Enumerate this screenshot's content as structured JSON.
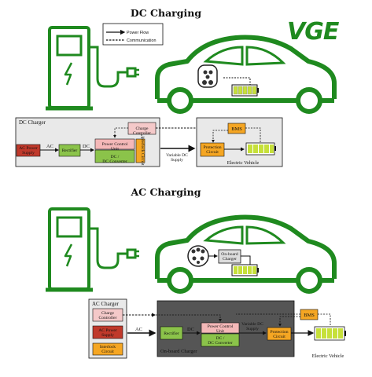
{
  "colors": {
    "green": "#1f8a1f",
    "ac_supply": "#c0392b",
    "rectifier": "#8bc34a",
    "power_control": "#f4b8b8",
    "dc_converter": "#8bc34a",
    "interlock": "#f5a623",
    "charge_controller": "#f4c9c9",
    "bms": "#f5a623",
    "protection": "#f5a623",
    "battery": "#c6e03a",
    "panel_bg": "#e9e9e9",
    "onboard_bg": "#555555"
  },
  "logo": {
    "text": "VGE"
  },
  "legend": {
    "power_flow": "Power Flow",
    "communication": "Communication"
  },
  "dc": {
    "title": "DC Charging",
    "charger_label": "DC Charger",
    "ac_power_supply": "AC Power Supply",
    "ac": "AC",
    "rectifier": "Rectifier",
    "dc": "DC",
    "power_control_unit": "Power Control Unit",
    "dc_dc_converter": "DC / DC Converter",
    "interlock_circuit": "Interlock Circuit",
    "charge_controller": "Charge Controller",
    "variable_dc_supply": "Variable DC Supply",
    "bms": "BMS",
    "protection_circuit": "Protection Circuit",
    "electric_vehicle": "Electric Vehicle"
  },
  "ac": {
    "title": "AC Charging",
    "charger_label": "AC Charger",
    "charge_controller": "Charge Controller",
    "ac_power_supply": "AC Power Supply",
    "interlock_circuit": "Interlock Circuit",
    "ac": "AC",
    "rectifier": "Rectifier",
    "dc": "DC",
    "power_control_unit": "Power Control Unit",
    "dc_dc_converter": "DC / DC Converter",
    "variable_dc_supply": "Variable DC Supply",
    "protection_circuit": "Protection Circuit",
    "bms": "BMS",
    "onboard_charger_small": "On-board Charger",
    "onboard_charger": "On-board Charger",
    "electric_vehicle": "Electric Vehicle"
  }
}
